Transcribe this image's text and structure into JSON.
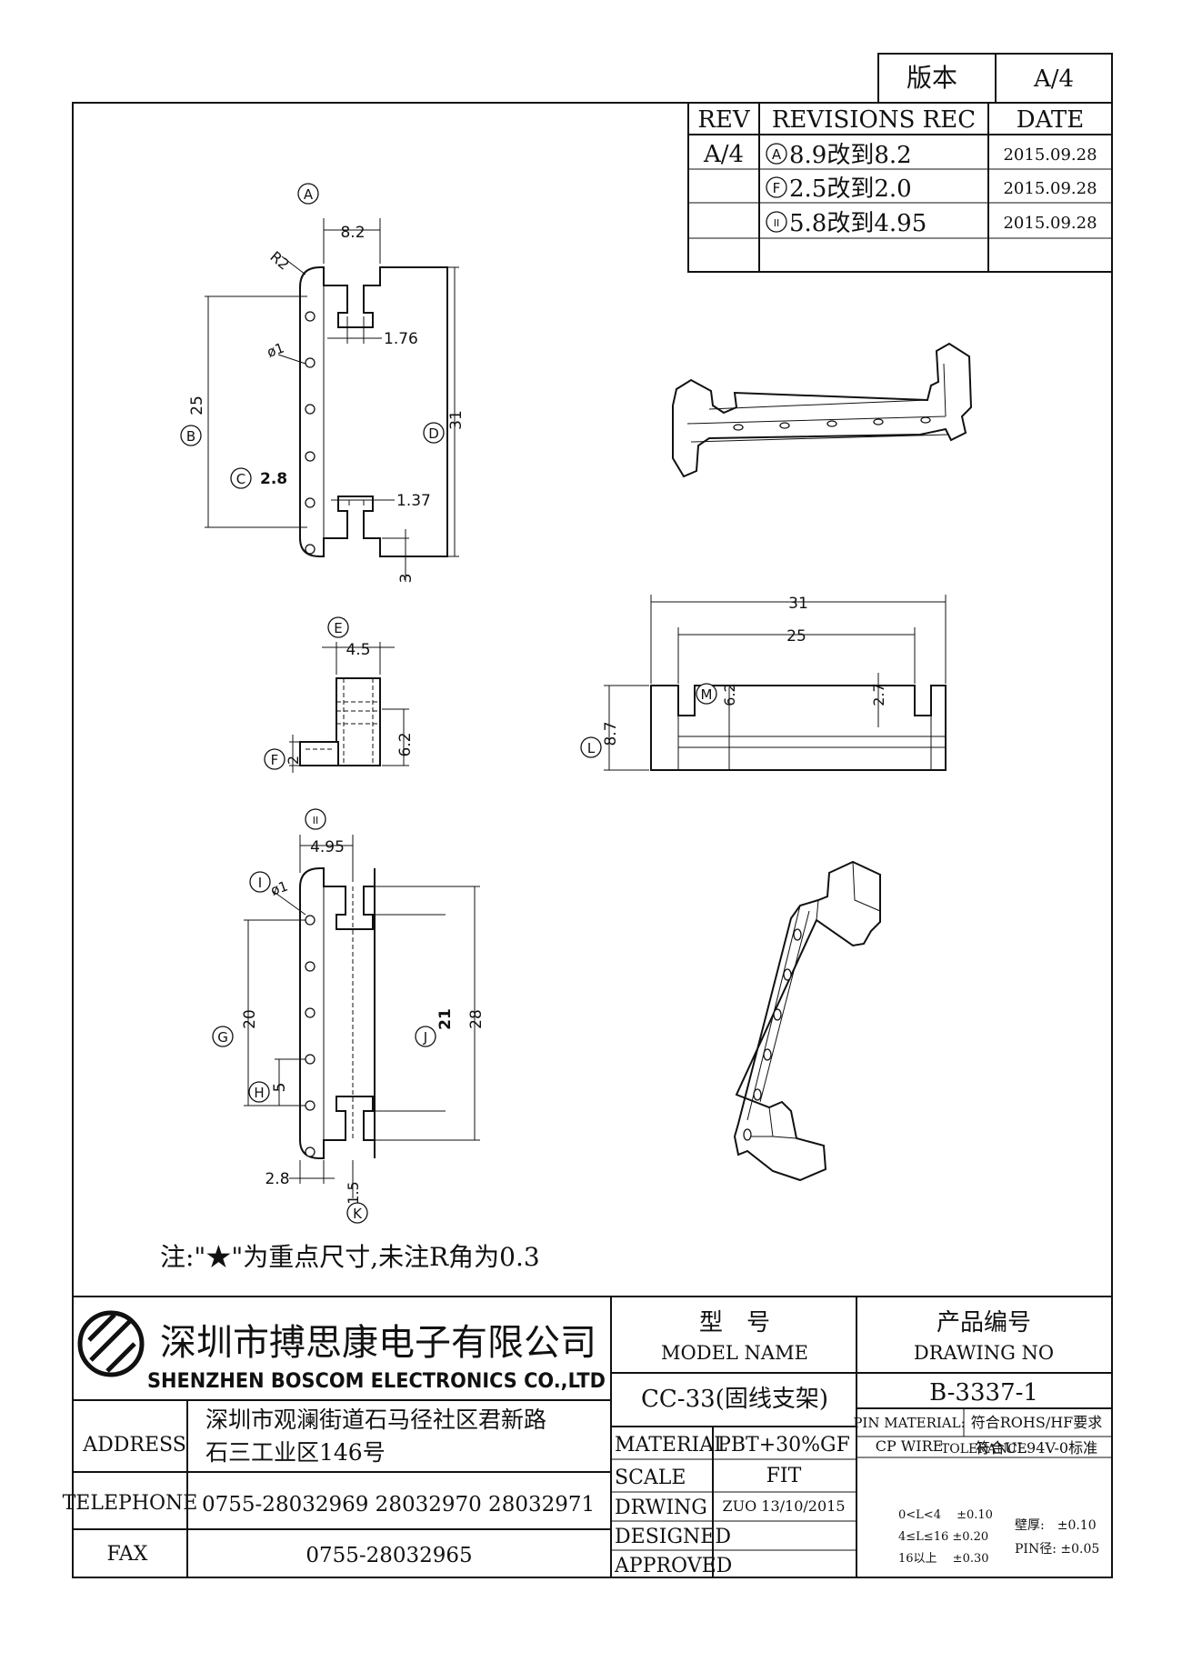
{
  "version_box": {
    "label": "版本",
    "value": "A/4"
  },
  "revisions": {
    "headers": {
      "rev": "REV",
      "rec": "REVISIONS REC",
      "date": "DATE"
    },
    "rows": [
      {
        "rev": "A/4",
        "marker": "A",
        "text": "8.9改到8.2",
        "date": "2015.09.28"
      },
      {
        "rev": "",
        "marker": "F",
        "text": "2.5改到2.0",
        "date": "2015.09.28"
      },
      {
        "rev": "",
        "marker": "II",
        "text": "5.8改到4.95",
        "date": "2015.09.28"
      },
      {
        "rev": "",
        "marker": "",
        "text": "",
        "date": ""
      }
    ]
  },
  "top_view": {
    "callouts": {
      "a": "A",
      "b": "B",
      "c": "C",
      "d": "D"
    },
    "dims": {
      "width": "8.2",
      "radius": "R2",
      "slot": "1.76",
      "hole": "ø1",
      "len_b": "25",
      "c_val": "2.8",
      "len_d": "31",
      "slot2": "1.37",
      "end": "3"
    }
  },
  "side_view": {
    "callouts": {
      "e": "E",
      "f": "F"
    },
    "dims": {
      "width": "4.5",
      "height": "6.2",
      "foot": "2"
    }
  },
  "front_view": {
    "callouts": {
      "l": "L",
      "m": "M"
    },
    "dims": {
      "overall": "31",
      "inner": "25",
      "m_val": "6.2",
      "right": "2.7",
      "height": "8.7"
    }
  },
  "bottom_view": {
    "callouts": {
      "ii": "II",
      "i": "I",
      "g": "G",
      "h": "H",
      "j": "J",
      "k": "K"
    },
    "dims": {
      "width": "4.95",
      "hole": "ø1",
      "len_g": "20",
      "pitch": "5",
      "j_val": "21",
      "len": "28",
      "edge": "2.8",
      "k_val": "1.5"
    }
  },
  "note": "注:\"★\"为重点尺寸,未注R角为0.3",
  "title_block": {
    "company_cn": "深圳市搏思康电子有限公司",
    "company_en": "SHENZHEN BOSCOM ELECTRONICS CO.,LTD",
    "model_label_cn": "型　号",
    "model_label_en": "MODEL NAME",
    "model_value": "CC-33(固线支架)",
    "drawing_label_cn": "产品编号",
    "drawing_label_en": "DRAWING NO",
    "drawing_value": "B-3337-1",
    "address_label": "ADDRESS",
    "address_line1": "深圳市观澜街道石马径社区君新路",
    "address_line2": "石三工业区146号",
    "telephone_label": "TELEPHONE",
    "telephone_value": "0755-28032969 28032970 28032971",
    "fax_label": "FAX",
    "fax_value": "0755-28032965",
    "material_label": "MATERIAL",
    "material_value": "PBT+30%GF",
    "scale_label": "SCALE",
    "scale_value": "FIT",
    "drwing_label": "DRWING",
    "drwing_value": "ZUO 13/10/2015",
    "designed_label": "DESIGNED",
    "designed_value": "",
    "approved_label": "APPROVED",
    "approved_value": "",
    "pin_material_label": "PIN MATERIAL:",
    "pin_material_value": "符合ROHS/HF要求",
    "cp_wire_label": "CP WIRE",
    "cp_wire_value": "符合UL94V-0标准",
    "tolerance_label": "TOLERANCE",
    "tol_row1": "0<L<4　 ±0.10",
    "tol_row2": "4≤L≤16 ±0.20",
    "tol_row3": "16以上　 ±0.30",
    "wall_label": "壁厚:　±0.10",
    "pin_dia_label": "PIN径: ±0.05"
  }
}
